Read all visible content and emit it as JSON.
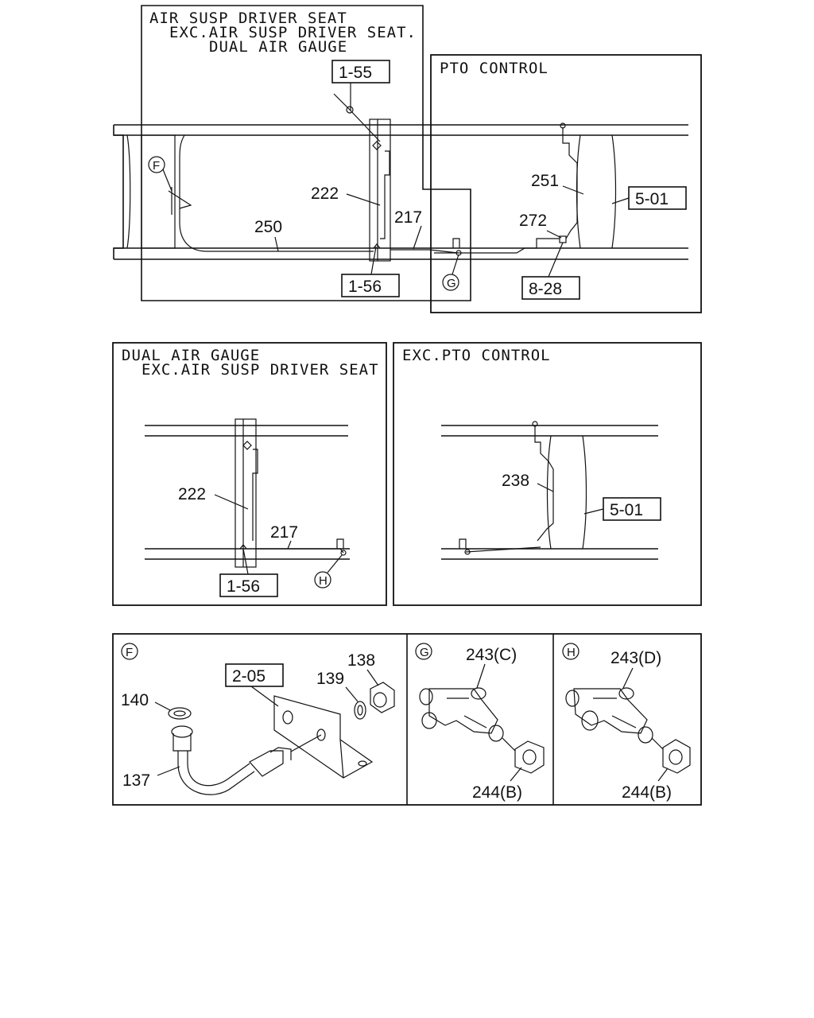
{
  "top_left_panel": {
    "title_line1": "AIR SUSP DRIVER SEAT",
    "title_line2": "EXC.AIR SUSP DRIVER SEAT.",
    "title_line3": "DUAL AIR GAUGE",
    "ref_top": "1-55",
    "ref_bottom": "1-56",
    "label_222": "222",
    "label_217": "217",
    "label_250": "250",
    "circle_f": "F",
    "circle_g": "G"
  },
  "top_right_panel": {
    "title": "PTO CONTROL",
    "label_251": "251",
    "label_272": "272",
    "ref_501": "5-01",
    "ref_828": "8-28"
  },
  "middle_left_panel": {
    "title_line1": "DUAL AIR GAUGE",
    "title_line2": "EXC.AIR SUSP DRIVER SEAT",
    "label_222": "222",
    "label_217": "217",
    "ref_156": "1-56",
    "circle_h": "H"
  },
  "middle_right_panel": {
    "title": "EXC.PTO CONTROL",
    "label_238": "238",
    "ref_501": "5-01"
  },
  "detail_f": {
    "circle": "F",
    "ref_205": "2-05",
    "label_138": "138",
    "label_139": "139",
    "label_140": "140",
    "label_137": "137"
  },
  "detail_g": {
    "circle": "G",
    "label_243": "243(C)",
    "label_244": "244(B)"
  },
  "detail_h": {
    "circle": "H",
    "label_243": "243(D)",
    "label_244": "244(B)"
  }
}
